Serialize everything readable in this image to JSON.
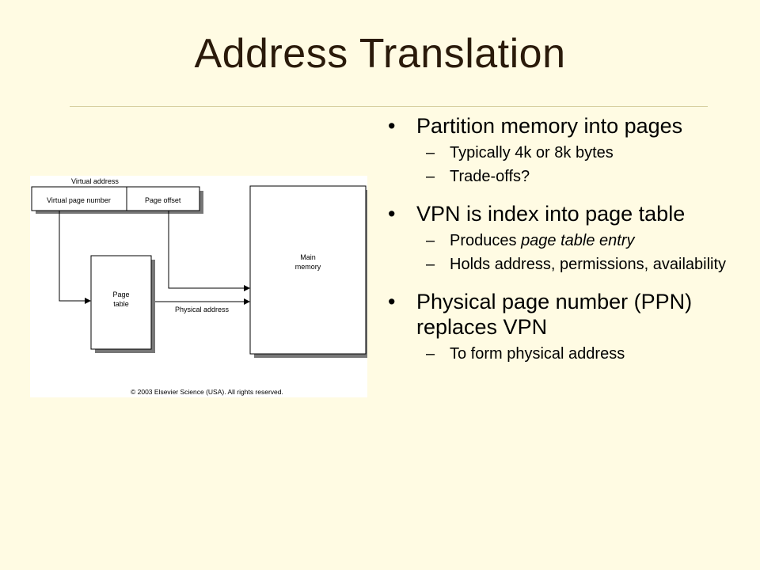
{
  "slide": {
    "title": "Address Translation"
  },
  "figure": {
    "virtual_address_label": "Virtual address",
    "vpn_label": "Virtual page number",
    "offset_label": "Page offset",
    "page_table_line1": "Page",
    "page_table_line2": "table",
    "main_memory_line1": "Main",
    "main_memory_line2": "memory",
    "physical_address_label": "Physical address",
    "copyright": "© 2003 Elsevier Science (USA). All rights reserved."
  },
  "bullets": [
    {
      "text": "Partition memory into pages",
      "subs": [
        {
          "text": "Typically 4k or 8k bytes"
        },
        {
          "text": "Trade-offs?"
        }
      ]
    },
    {
      "text": "VPN is index into page table",
      "subs": [
        {
          "pre": "Produces ",
          "em": "page table entry"
        },
        {
          "text": "Holds address, permissions, availability"
        }
      ]
    },
    {
      "text": "Physical page number (PPN) replaces VPN",
      "subs": [
        {
          "text": "To form physical address"
        }
      ]
    }
  ]
}
